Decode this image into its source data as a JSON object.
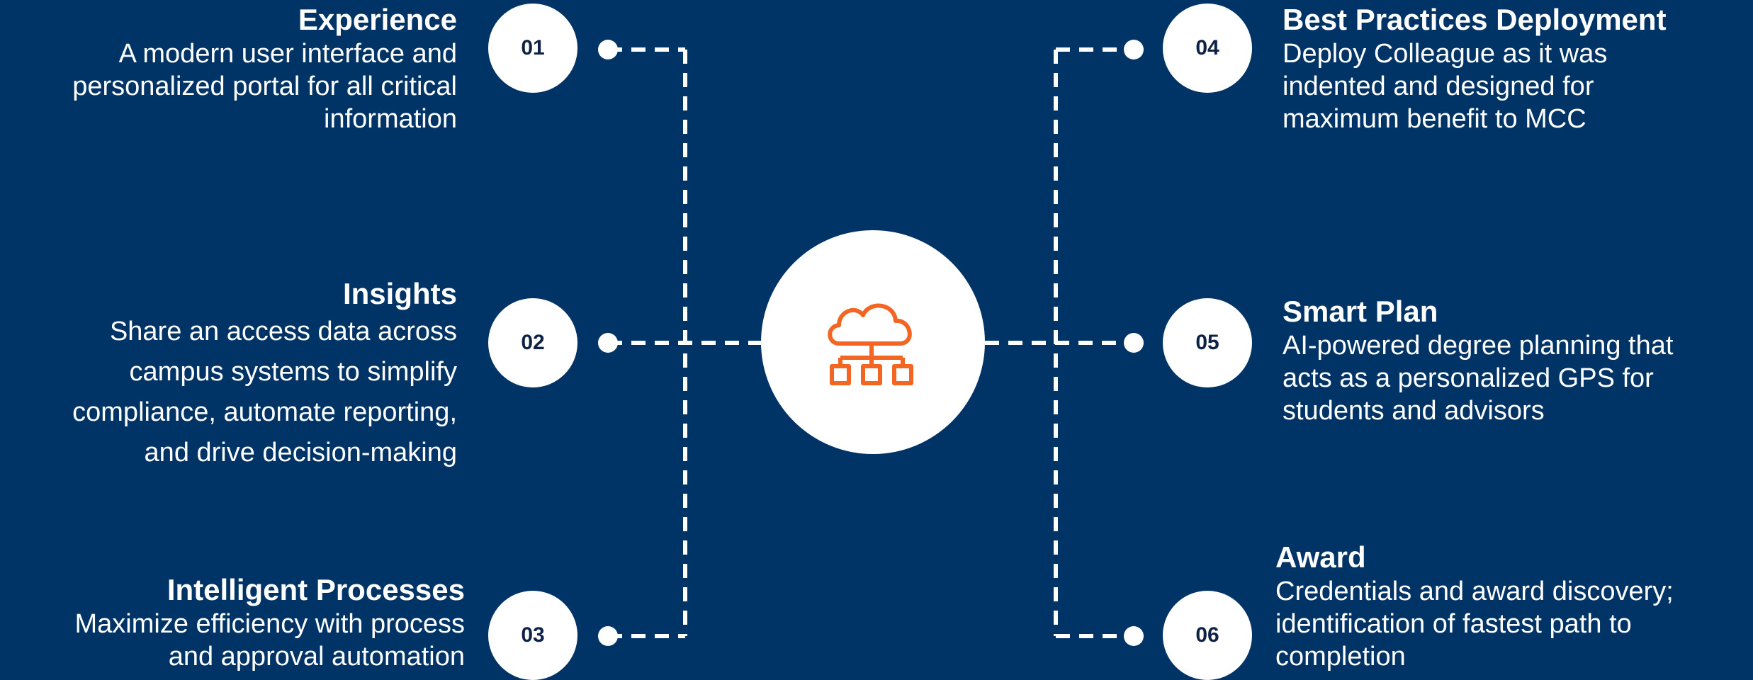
{
  "items": [
    {
      "number": "01",
      "title": "Experience",
      "desc": [
        "A modern user interface and",
        "personalized portal for all critical",
        "information"
      ]
    },
    {
      "number": "02",
      "title": "Insights",
      "desc": [
        "Share an access data across",
        "campus systems to simplify",
        "compliance, automate reporting,",
        "and drive decision-making"
      ]
    },
    {
      "number": "03",
      "title": "Intelligent Processes",
      "desc": [
        "Maximize efficiency with process",
        "and approval automation"
      ]
    },
    {
      "number": "04",
      "title": "Best Practices Deployment",
      "desc": [
        "Deploy Colleague as it was",
        "indented and designed for",
        "maximum benefit to MCC"
      ]
    },
    {
      "number": "05",
      "title": "Smart Plan",
      "desc": [
        "AI-powered degree planning that",
        "acts as a personalized GPS for",
        "students and advisors"
      ]
    },
    {
      "number": "06",
      "title": "Award",
      "desc": [
        "Credentials and award discovery;",
        "identification of fastest path to",
        "completion"
      ]
    }
  ],
  "colors": {
    "background": "#003366",
    "accent": "#f26522",
    "badge_text": "#0d2244",
    "line": "#ffffff"
  },
  "hub": {
    "icon": "cloud-network-icon"
  }
}
